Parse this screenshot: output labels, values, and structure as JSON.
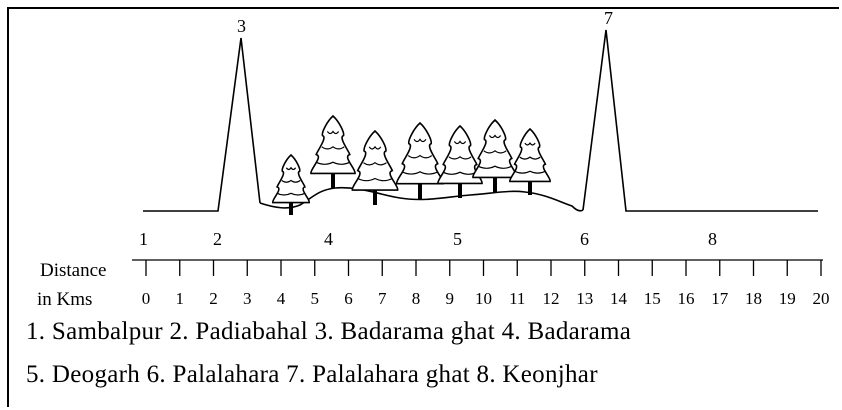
{
  "profile": {
    "place_markers": [
      {
        "label": "1",
        "km": 0
      },
      {
        "label": "2",
        "km": 2.3
      },
      {
        "label": "3",
        "km": 3.1
      },
      {
        "label": "4",
        "km": 5.3
      },
      {
        "label": "5",
        "km": 9.1
      },
      {
        "label": "6",
        "km": 13.2
      },
      {
        "label": "7",
        "km": 13.6
      },
      {
        "label": "8",
        "km": 16.5
      }
    ]
  },
  "axis": {
    "title_line1": "Distance",
    "title_line2": "in Kms",
    "ticks": [
      "0",
      "1",
      "2",
      "3",
      "4",
      "5",
      "6",
      "7",
      "8",
      "9",
      "10",
      "11",
      "12",
      "13",
      "14",
      "15",
      "16",
      "17",
      "18",
      "19",
      "20"
    ]
  },
  "legend": {
    "line1": "1. Sambalpur 2. Padiabahal 3. Badarama ghat 4. Badarama",
    "line2": "5. Deogarh 6. Palalahara 7.  Palalahara ghat 8. Keonjhar"
  },
  "trees": {
    "count": 7,
    "icon": "pine-tree-icon"
  }
}
